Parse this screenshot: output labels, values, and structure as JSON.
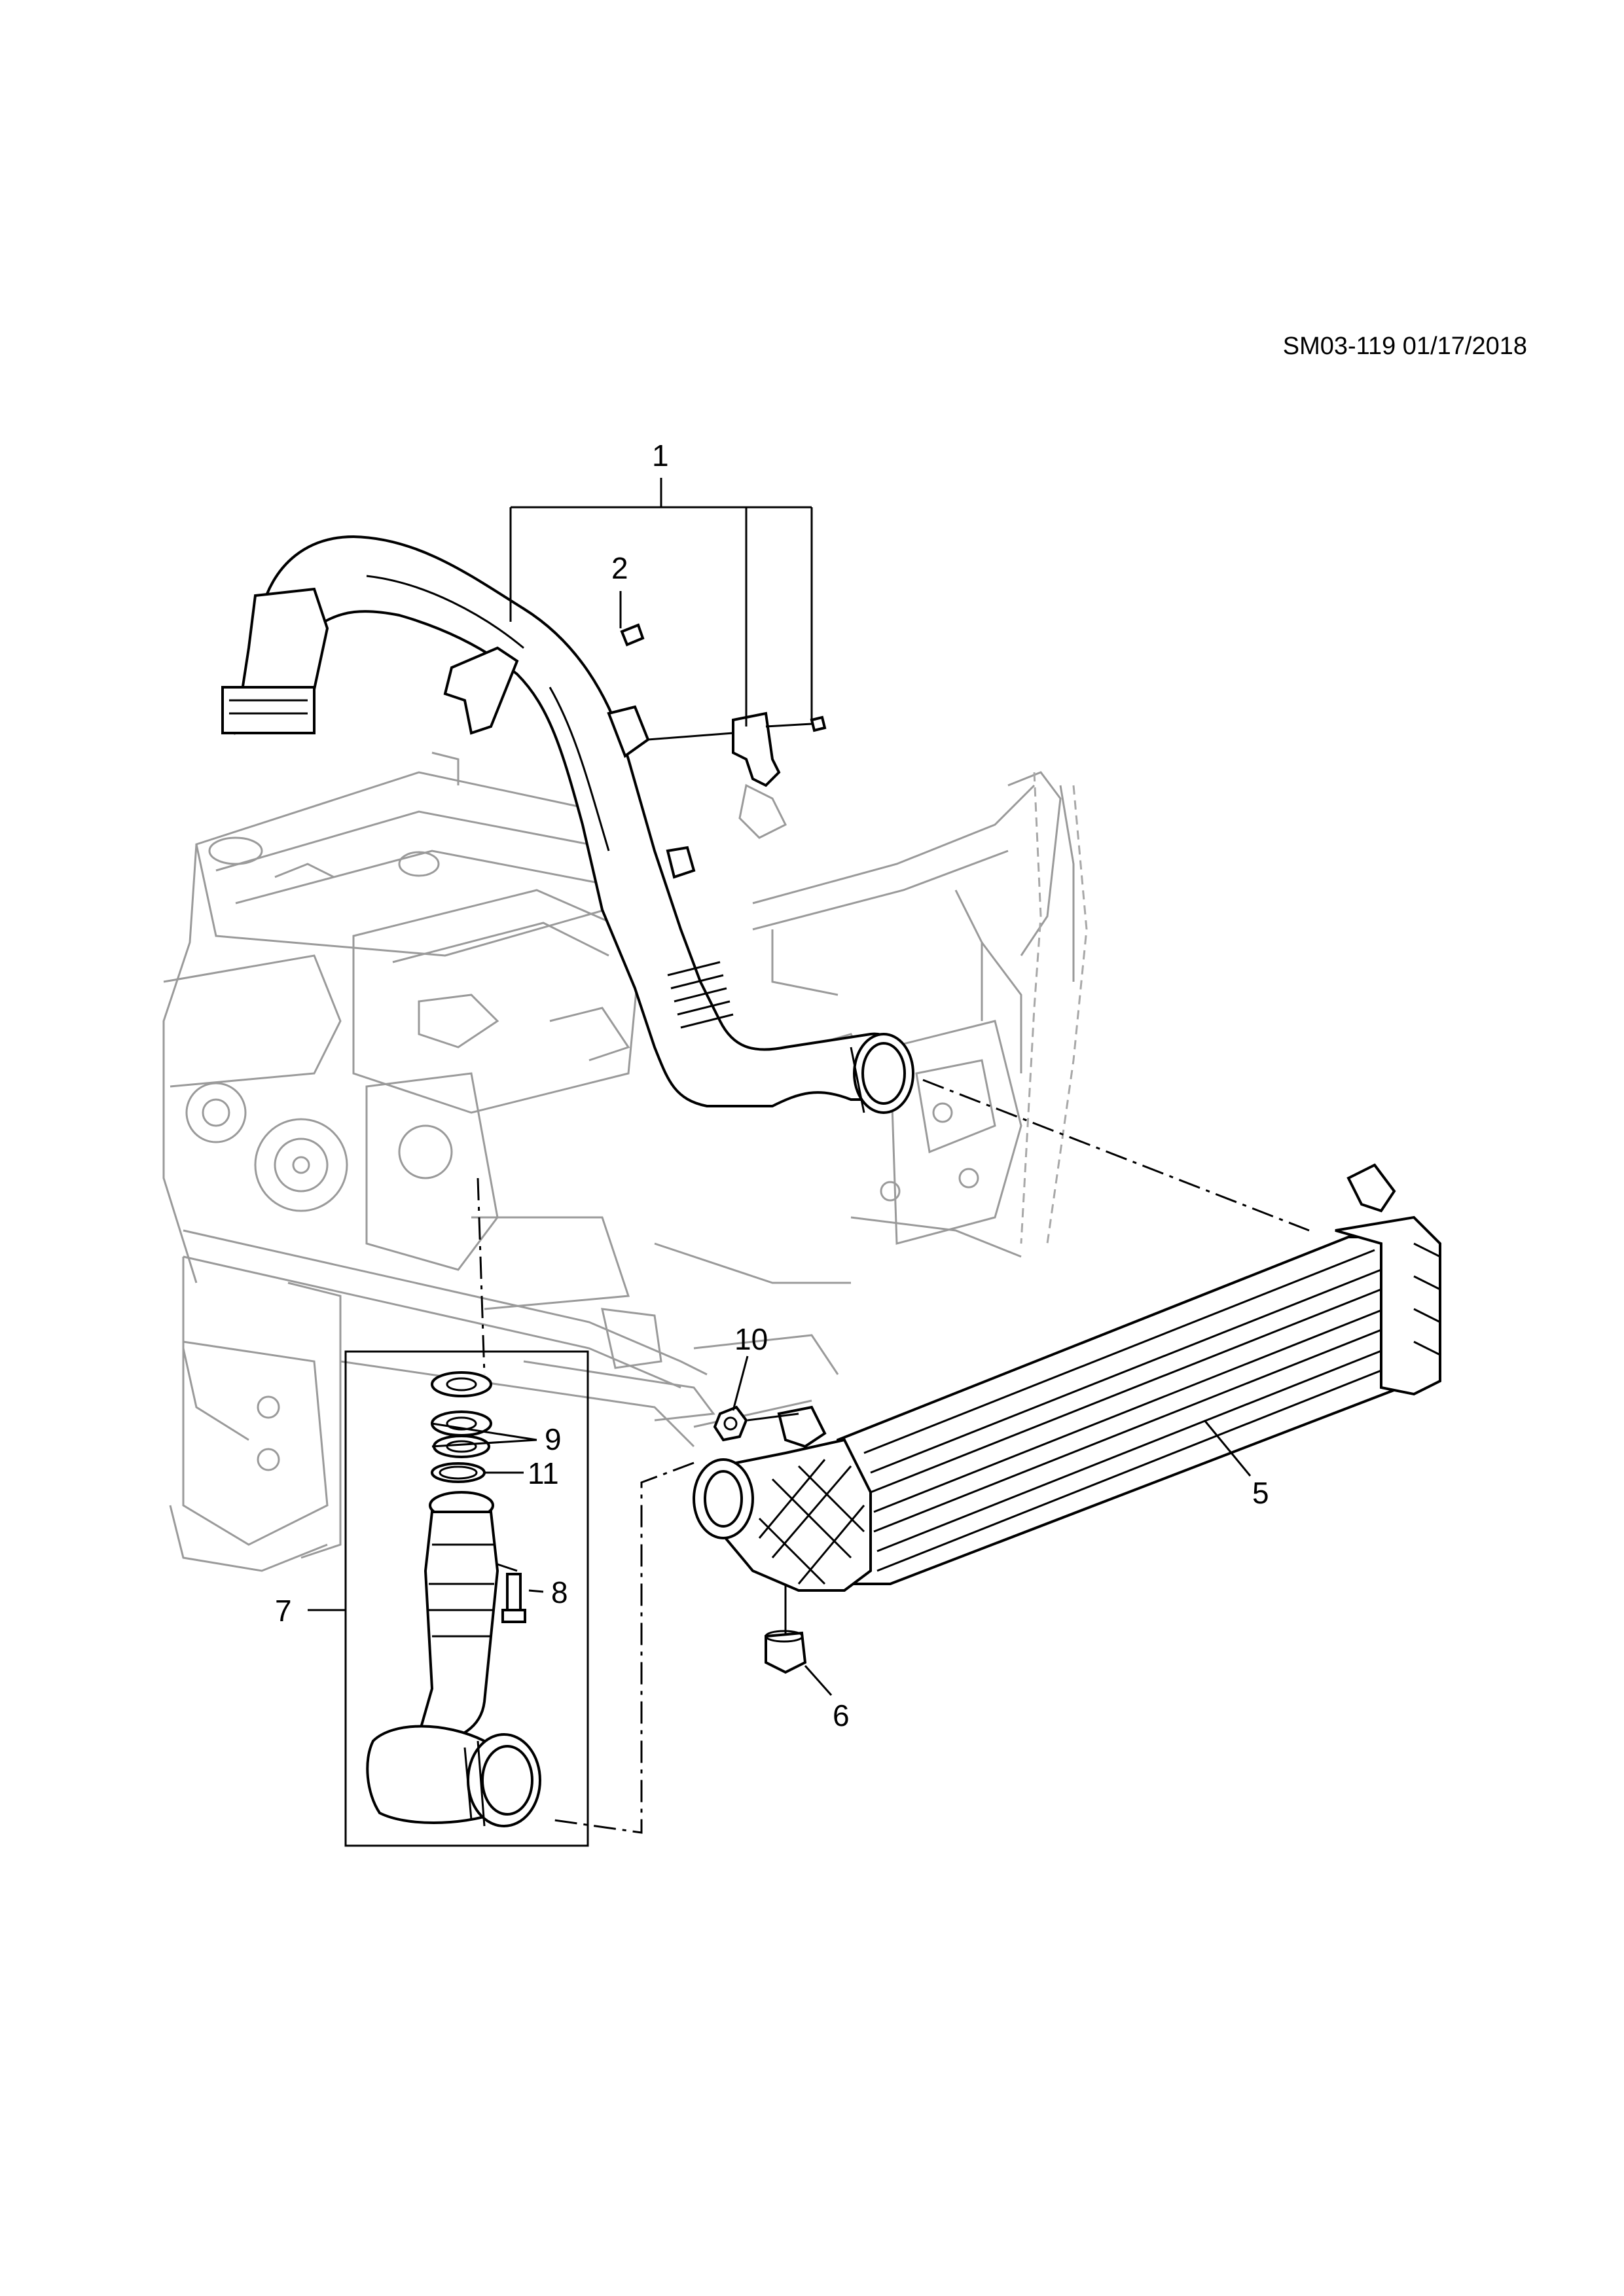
{
  "document": {
    "reference_code": "SM03-119 01/17/2018"
  },
  "callouts": [
    {
      "id": "1",
      "label": "1"
    },
    {
      "id": "2",
      "label": "2"
    },
    {
      "id": "5",
      "label": "5"
    },
    {
      "id": "6",
      "label": "6"
    },
    {
      "id": "7",
      "label": "7"
    },
    {
      "id": "8",
      "label": "8"
    },
    {
      "id": "9",
      "label": "9"
    },
    {
      "id": "10",
      "label": "10"
    },
    {
      "id": "11",
      "label": "11"
    }
  ]
}
